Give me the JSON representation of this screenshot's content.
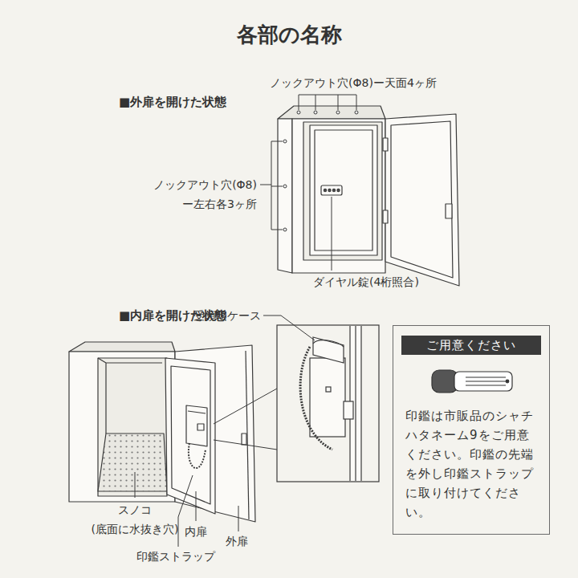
{
  "diagram": {
    "title": "各部の名称",
    "nodes": [
      {
        "text": [
          "ご用意ください",
          "印鑑は市販品のシャチハタネーム9をご用意ください。印鑑の先端を外し印鑑ストラップに取り付けてください。"
        ]
      }
    ],
    "labels": [
      "■外扉を開けた状態",
      "ノックアウト穴(Φ8)ー天面4ヶ所",
      "ノックアウト穴(Φ8) ー左右各3ヶ所",
      "ダイヤル錠(4桁照合)",
      "■内扉を開けた状態",
      "受領印ケース",
      "スノコ (底面に水抜き穴)",
      "内扉",
      "外扉",
      "印鑑ストラップ"
    ]
  }
}
